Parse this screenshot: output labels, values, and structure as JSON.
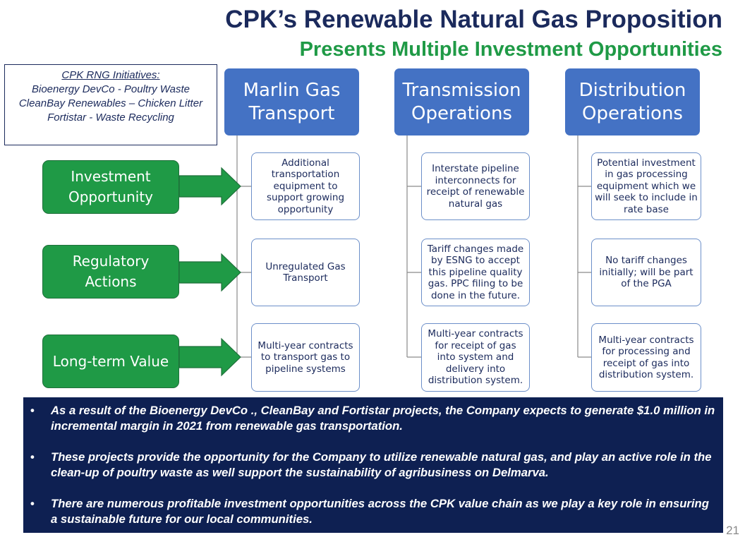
{
  "title": "CPK’s Renewable Natural Gas Proposition",
  "subtitle": "Presents Multiple Investment Opportunities",
  "initiatives": {
    "header": "CPK RNG Initiatives:",
    "items": [
      "Bioenergy DevCo - Poultry Waste",
      "CleanBay Renewables – Chicken Litter",
      "Fortistar - Waste Recycling"
    ]
  },
  "columns": [
    {
      "line1": "Marlin Gas",
      "line2": "Transport"
    },
    {
      "line1": "Transmission",
      "line2": "Operations"
    },
    {
      "line1": "Distribution",
      "line2": "Operations"
    }
  ],
  "rows": [
    {
      "line1": "Investment",
      "line2": "Opportunity"
    },
    {
      "line1": "Regulatory",
      "line2": "Actions"
    },
    {
      "line1": "Long-term Value",
      "line2": ""
    }
  ],
  "cells": {
    "marlin": [
      "Additional transportation equipment to support growing opportunity",
      "Unregulated Gas Transport",
      "Multi-year contracts to transport gas to pipeline systems"
    ],
    "transmission": [
      "Interstate pipeline interconnects for receipt of renewable natural gas",
      "Tariff changes made by ESNG to accept this pipeline quality gas.  PPC filing to be done in the future.",
      "Multi-year contracts for receipt of gas into system and delivery into distribution system."
    ],
    "distribution": [
      "Potential investment in gas processing equipment which we will seek to include in rate base",
      "No tariff changes initially; will be part of the PGA",
      "Multi-year contracts for processing and receipt of gas into distribution system."
    ]
  },
  "bullets": [
    "As a result of the Bioenergy DevCo ., CleanBay and Fortistar projects, the Company expects to generate $1.0 million in incremental margin in 2021 from renewable gas transportation.",
    "These projects provide the opportunity for the Company to utilize renewable natural gas, and play an active role in the clean-up of poultry waste as well support the sustainability of agribusiness on Delmarva.",
    "There are numerous profitable investment opportunities across the CPK value chain as we play a key role in ensuring a sustainable future for our local communities."
  ],
  "bullet_char": "•",
  "page_number": "21",
  "colors": {
    "navy": "#1b2a5c",
    "green": "#1f9a46",
    "header_blue": "#4472c4",
    "cell_border": "#6c8fc9",
    "bottom_bg": "#0e2052"
  }
}
